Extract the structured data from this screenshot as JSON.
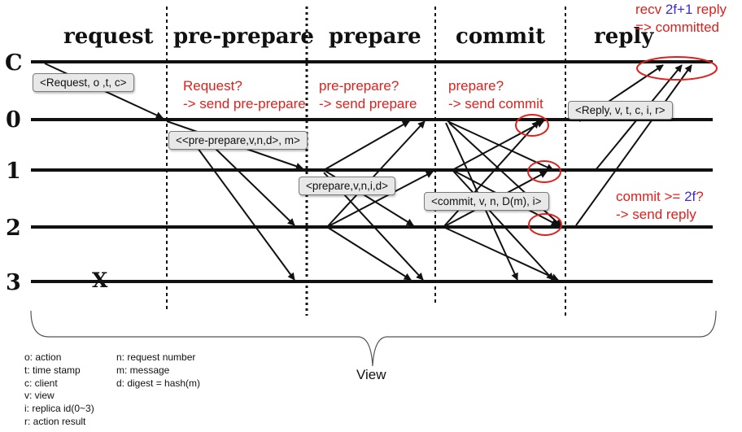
{
  "phases": [
    "request",
    "pre-prepare",
    "prepare",
    "commit",
    "reply"
  ],
  "nodes": [
    "C",
    "0",
    "1",
    "2",
    "3"
  ],
  "crash_mark": "X",
  "messages": {
    "request": "<Request, o ,t, c>",
    "pre_prepare": "<<pre-prepare,v,n,d>, m>",
    "prepare": "<prepare,v,n,i,d>",
    "commit": "<commit, v, n, D(m), i>",
    "reply": "<Reply, v, t, c, i, r>"
  },
  "annotations": {
    "request_line1": "Request?",
    "request_line2": "-> send pre-prepare",
    "preprepare_line1": "pre-prepare?",
    "preprepare_line2": "-> send prepare",
    "prepare_line1": "prepare?",
    "prepare_line2": "-> send commit",
    "commit_line1_a": "commit >= ",
    "commit_line1_b": "2f",
    "commit_line1_c": "?",
    "commit_line2": "-> send reply",
    "recv_line1_a": "recv ",
    "recv_line1_b": "2f+1",
    "recv_line1_c": " reply",
    "recv_line2": "=> committed"
  },
  "view_label": "View",
  "legend_left": [
    "o: action",
    "t: time stamp",
    "c: client",
    "v: view",
    "i: replica id(0~3)",
    "r: action result"
  ],
  "legend_right": [
    "n: request number",
    "m: message",
    "d: digest = hash(m)"
  ],
  "colors": {
    "annotation": "#e0201c",
    "highlight": "#3a2cd6",
    "line": "#111111"
  }
}
